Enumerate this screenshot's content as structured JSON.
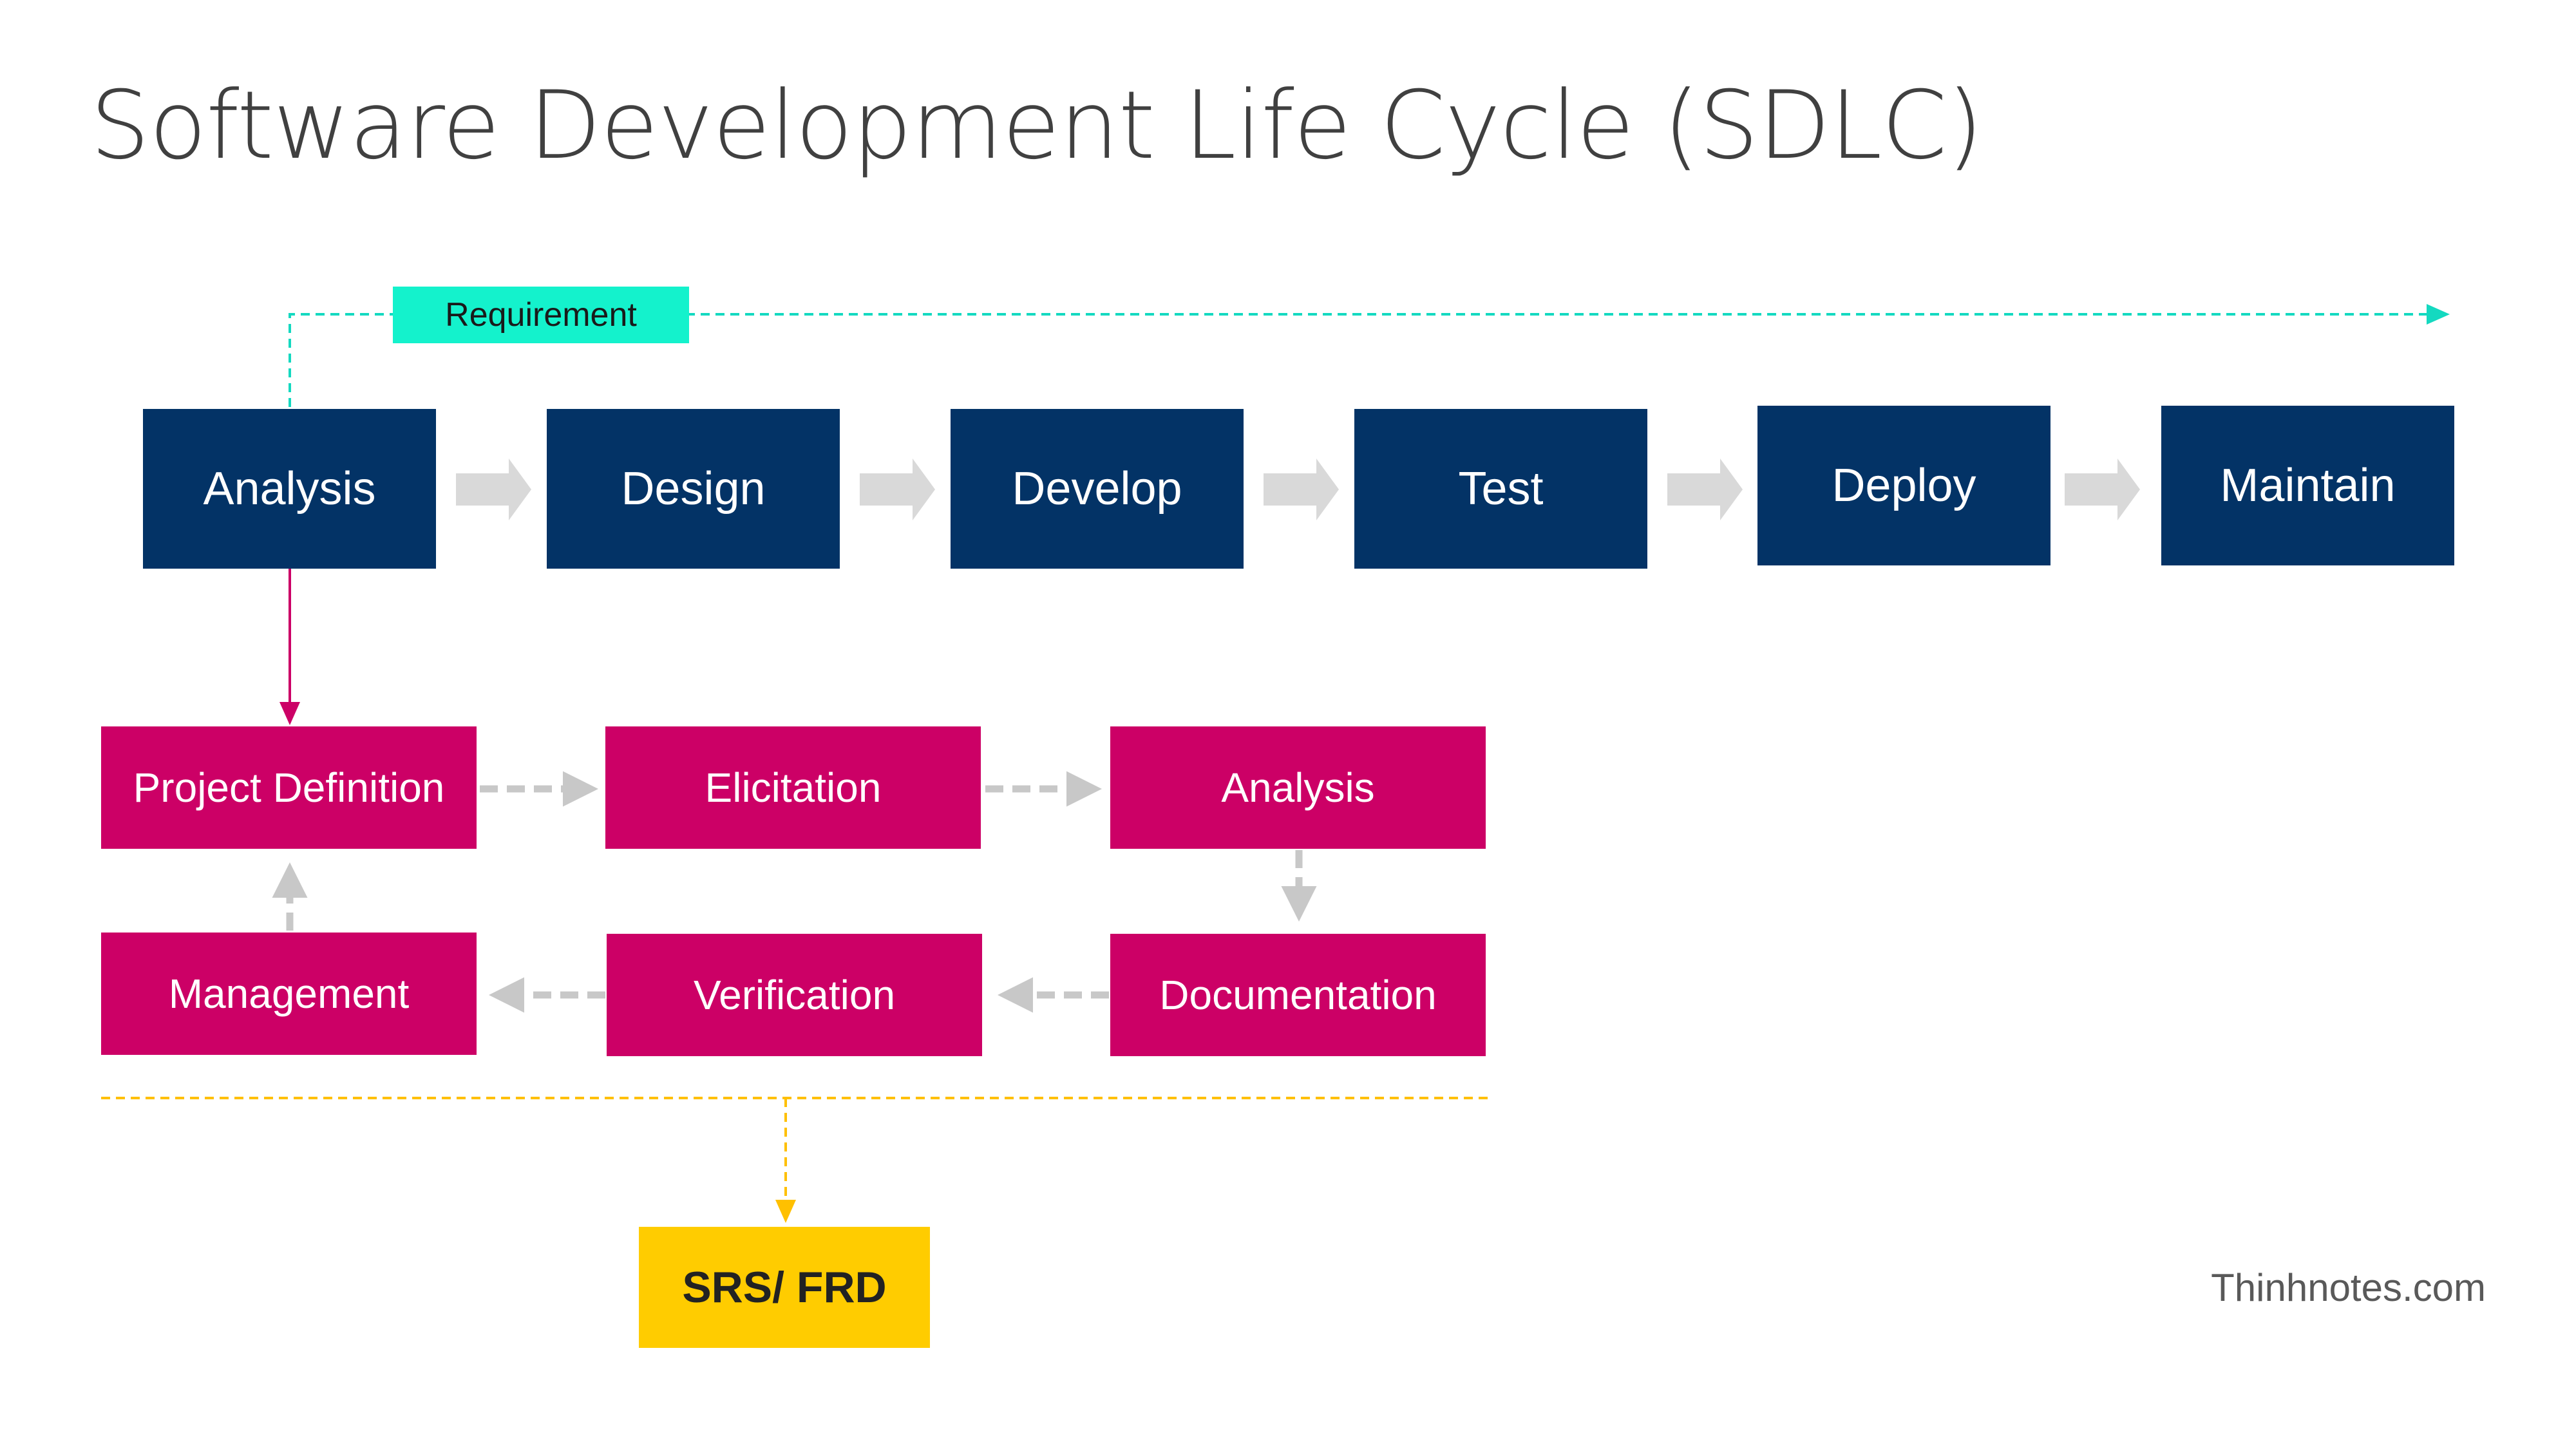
{
  "title": "Software Development Life Cycle (SDLC)",
  "requirement_label": "Requirement",
  "phases": [
    "Analysis",
    "Design",
    "Develop",
    "Test",
    "Deploy",
    "Maintain"
  ],
  "analysis_steps": {
    "project_definition": "Project Definition",
    "elicitation": "Elicitation",
    "analysis": "Analysis",
    "documentation": "Documentation",
    "verification": "Verification",
    "management": "Management"
  },
  "output": "SRS/ FRD",
  "footer": "Thinhnotes.com",
  "colors": {
    "phase": "#033366",
    "step": "#cc0066",
    "requirement": "#14f2cc",
    "output": "#ffcc00",
    "connector_grey": "#c8c8c8"
  }
}
